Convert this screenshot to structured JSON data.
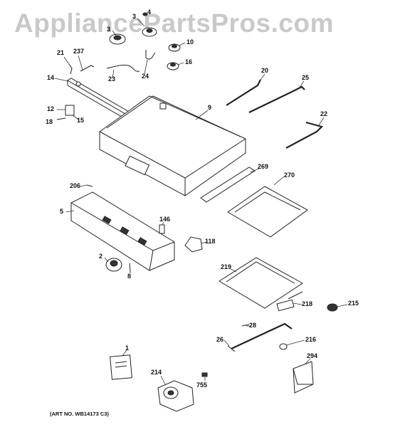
{
  "watermark": "AppliancePartsPros.com",
  "art_number": "(ART NO. WB14173 C3)",
  "callouts": {
    "c1": "1",
    "c2": "2",
    "c3a": "3",
    "c3b": "3",
    "c4": "4",
    "c5": "5",
    "c8": "8",
    "c9": "9",
    "c10": "10",
    "c12": "12",
    "c14": "14",
    "c15": "15",
    "c16": "16",
    "c18": "18",
    "c20": "20",
    "c21": "21",
    "c22": "22",
    "c23": "23",
    "c24": "24",
    "c25": "25",
    "c26": "26",
    "c28": "28",
    "c146": "146",
    "c118": "118",
    "c206": "206",
    "c214": "214",
    "c215": "215",
    "c216": "216",
    "c218": "218",
    "c219": "219",
    "c237": "237",
    "c269": "269",
    "c270": "270",
    "c294": "294",
    "c755": "755"
  }
}
